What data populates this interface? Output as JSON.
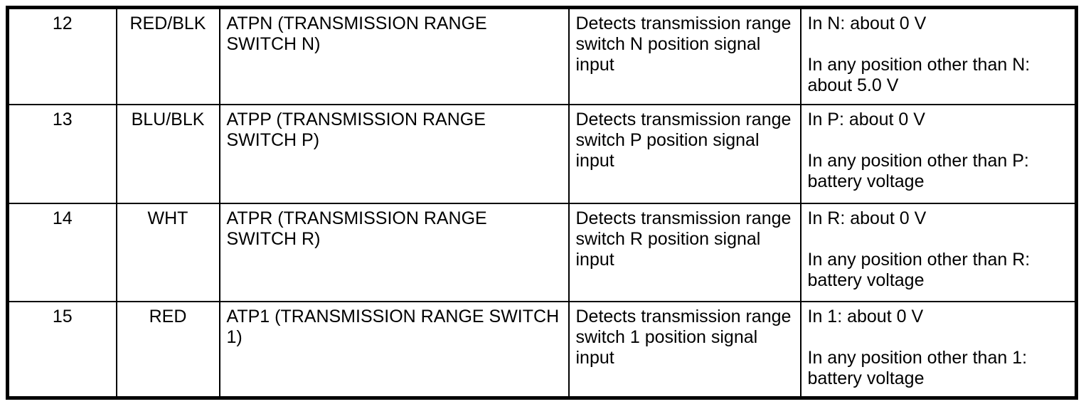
{
  "table": {
    "rows": [
      {
        "terminal": "12",
        "wire_color": "RED/BLK",
        "terminal_name": "ATPN (TRANSMISSION RANGE\nSWITCH N)",
        "description": "Detects transmission range\nswitch N position signal\ninput",
        "voltage": "In N: about 0 V\n\nIn any position other than N:\nabout 5.0 V"
      },
      {
        "terminal": "13",
        "wire_color": "BLU/BLK",
        "terminal_name": "ATPP (TRANSMISSION RANGE\nSWITCH P)",
        "description": "Detects transmission range\nswitch P position signal\ninput",
        "voltage": "In P: about 0 V\n\nIn any position other than P:\nbattery voltage"
      },
      {
        "terminal": "14",
        "wire_color": "WHT",
        "terminal_name": "ATPR (TRANSMISSION RANGE\nSWITCH R)",
        "description": "Detects transmission range\nswitch R position signal\ninput",
        "voltage": "In R: about 0 V\n\nIn any position other than R:\nbattery voltage"
      },
      {
        "terminal": "15",
        "wire_color": "RED",
        "terminal_name": "ATP1 (TRANSMISSION RANGE SWITCH\n1)",
        "description": "Detects transmission range\nswitch 1 position signal\ninput",
        "voltage": "In 1: about 0 V\n\nIn any position other than 1:\nbattery voltage"
      }
    ]
  },
  "colors": {
    "border": "#000000",
    "text": "#000000",
    "background": "#ffffff"
  }
}
